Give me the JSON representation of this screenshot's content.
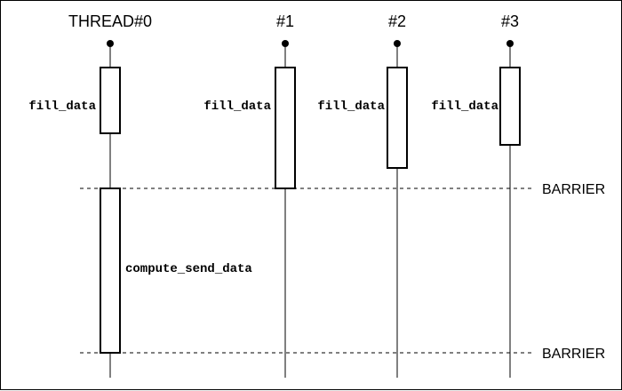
{
  "threads": [
    {
      "id": "t0",
      "label": "THREAD#0"
    },
    {
      "id": "t1",
      "label": "#1"
    },
    {
      "id": "t2",
      "label": "#2"
    },
    {
      "id": "t3",
      "label": "#3"
    }
  ],
  "tasks": [
    {
      "thread": "t0",
      "label": "fill_data"
    },
    {
      "thread": "t1",
      "label": "fill_data"
    },
    {
      "thread": "t2",
      "label": "fill_data"
    },
    {
      "thread": "t3",
      "label": "fill_data"
    },
    {
      "thread": "t0",
      "label": "compute_send_data"
    }
  ],
  "barriers": [
    {
      "label": "BARRIER"
    },
    {
      "label": "BARRIER"
    }
  ]
}
